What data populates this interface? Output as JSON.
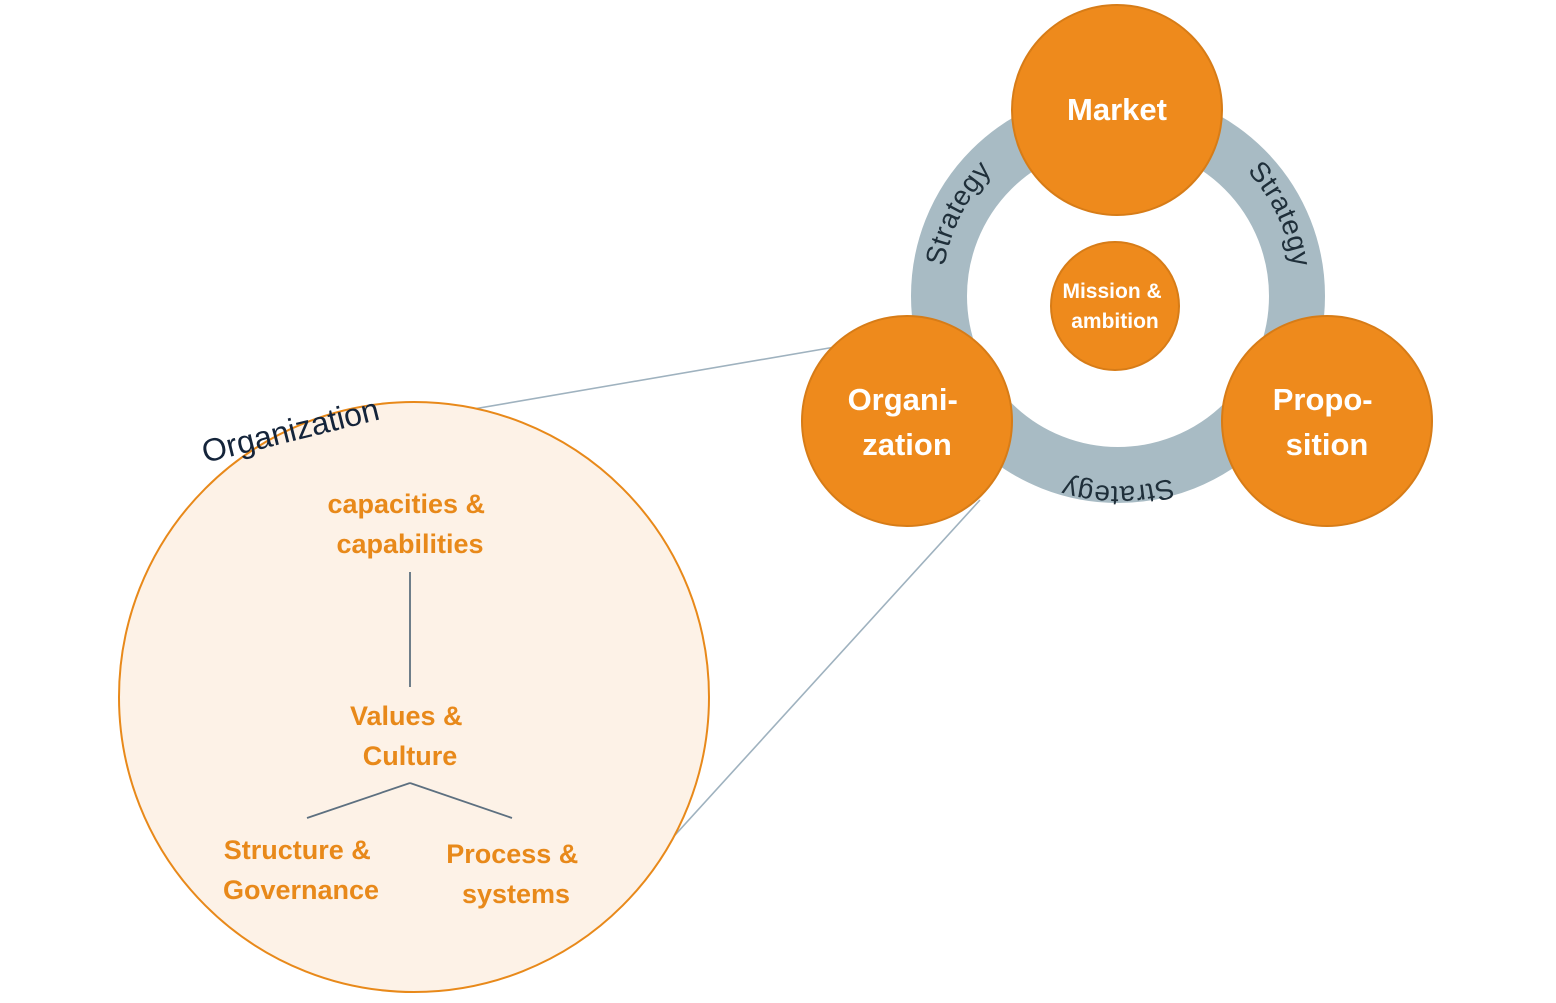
{
  "diagram": {
    "colors": {
      "node_fill": "#ee8a1c",
      "node_stroke": "#d77c17",
      "ring": "#a8bbc4",
      "connector": "#9fb2bf",
      "zoom_fill": "#fdf2e7",
      "zoom_stroke": "#e8891a",
      "detail_text": "#e8891a",
      "tree_line": "#5d7080"
    },
    "nodes": {
      "market": {
        "line1": "Market"
      },
      "organization": {
        "line1": "Organi-",
        "line2": "zation"
      },
      "proposition": {
        "line1": "Propo-",
        "line2": "sition"
      },
      "mission": {
        "line1": "Mission &",
        "line2": "ambition"
      }
    },
    "ring_labels": {
      "left": "Strategy",
      "right": "Strategy",
      "bottom": "Strategy"
    },
    "zoom": {
      "title": "Organization",
      "capacities": {
        "line1": "capacities &",
        "line2": "capabilities"
      },
      "values": {
        "line1": "Values &",
        "line2": "Culture"
      },
      "structure": {
        "line1": "Structure &",
        "line2": "Governance"
      },
      "process": {
        "line1": "Process &",
        "line2": "systems"
      }
    }
  }
}
